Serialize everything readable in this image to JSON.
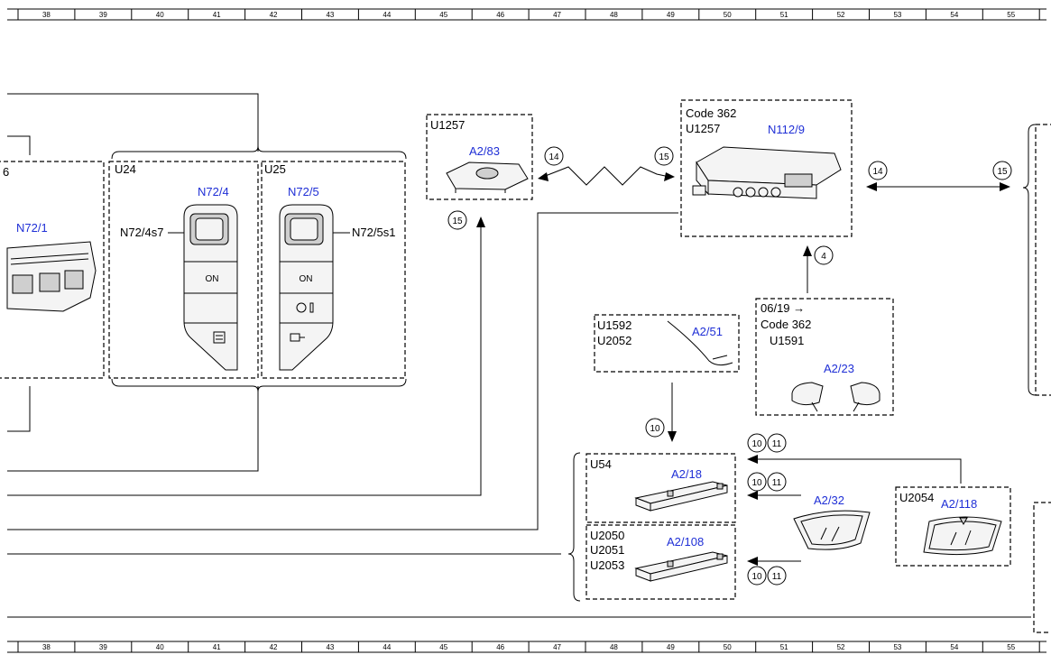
{
  "grid_ruler": {
    "columns": [
      "38",
      "39",
      "40",
      "41",
      "42",
      "43",
      "44",
      "45",
      "46",
      "47",
      "48",
      "49",
      "50",
      "51",
      "52",
      "53",
      "54",
      "55"
    ]
  },
  "components": {
    "n72_1": {
      "partial_code": "6",
      "label": "N72/1"
    },
    "u24": {
      "code": "U24",
      "label": "N72/4",
      "switch_label": "N72/4s7",
      "on_text": "ON"
    },
    "u25": {
      "code": "U25",
      "label": "N72/5",
      "switch_label": "N72/5s1",
      "on_text": "ON"
    },
    "a2_83": {
      "code": "U1257",
      "label": "A2/83"
    },
    "n112_9": {
      "code_line1": "Code 362",
      "code_line2": "U1257",
      "label": "N112/9"
    },
    "a2_51": {
      "code_line1": "U1592",
      "code_line2": "U2052",
      "label": "A2/51"
    },
    "a2_23": {
      "date_line": "06/19 →",
      "code_line1": "Code 362",
      "code_line2": "U1591",
      "label": "A2/23"
    },
    "a2_18": {
      "code": "U54",
      "label": "A2/18"
    },
    "a2_108": {
      "code_line1": "U2050",
      "code_line2": "U2051",
      "code_line3": "U2053",
      "label": "A2/108"
    },
    "a2_32": {
      "label": "A2/32"
    },
    "a2_118": {
      "code": "U2054",
      "label": "A2/118"
    }
  },
  "connection_markers": {
    "wireless_left": "14",
    "wireless_right": "15",
    "a2_83_below": "15",
    "n112_right_left": "14",
    "n112_right_right": "15",
    "up_to_n112": "4",
    "down_to_a2_18": "10",
    "a2_118_a": "10",
    "a2_118_b": "11",
    "a2_32_a": "10",
    "a2_32_b": "11",
    "a2_108_a": "10",
    "a2_108_b": "11"
  },
  "colors": {
    "label_blue": "#1f2fd6",
    "line": "#000000"
  }
}
